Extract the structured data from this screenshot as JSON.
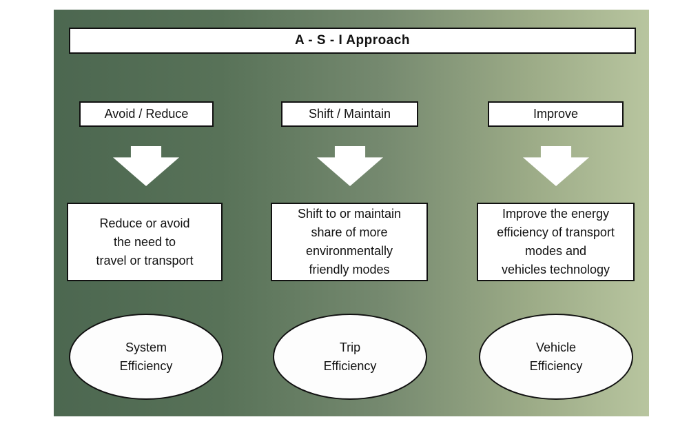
{
  "diagram": {
    "title": "A - S - I Approach",
    "columns": [
      {
        "header": "Avoid / Reduce",
        "description": "Reduce or avoid\nthe need to\ntravel or transport",
        "efficiency": "System\nEfficiency"
      },
      {
        "header": "Shift / Maintain",
        "description": "Shift to or maintain\nshare of more\nenvironmentally\nfriendly modes",
        "efficiency": "Trip\nEfficiency"
      },
      {
        "header": "Improve",
        "description": "Improve the energy\nefficiency of transport\nmodes and\nvehicles technology",
        "efficiency": "Vehicle\nEfficiency"
      }
    ],
    "colors": {
      "gradient_left": "#4c6750",
      "gradient_right": "#b8c59f",
      "box_fill": "#ffffff",
      "box_border": "#111111",
      "arrow_fill": "#ffffff",
      "text": "#111111"
    }
  }
}
